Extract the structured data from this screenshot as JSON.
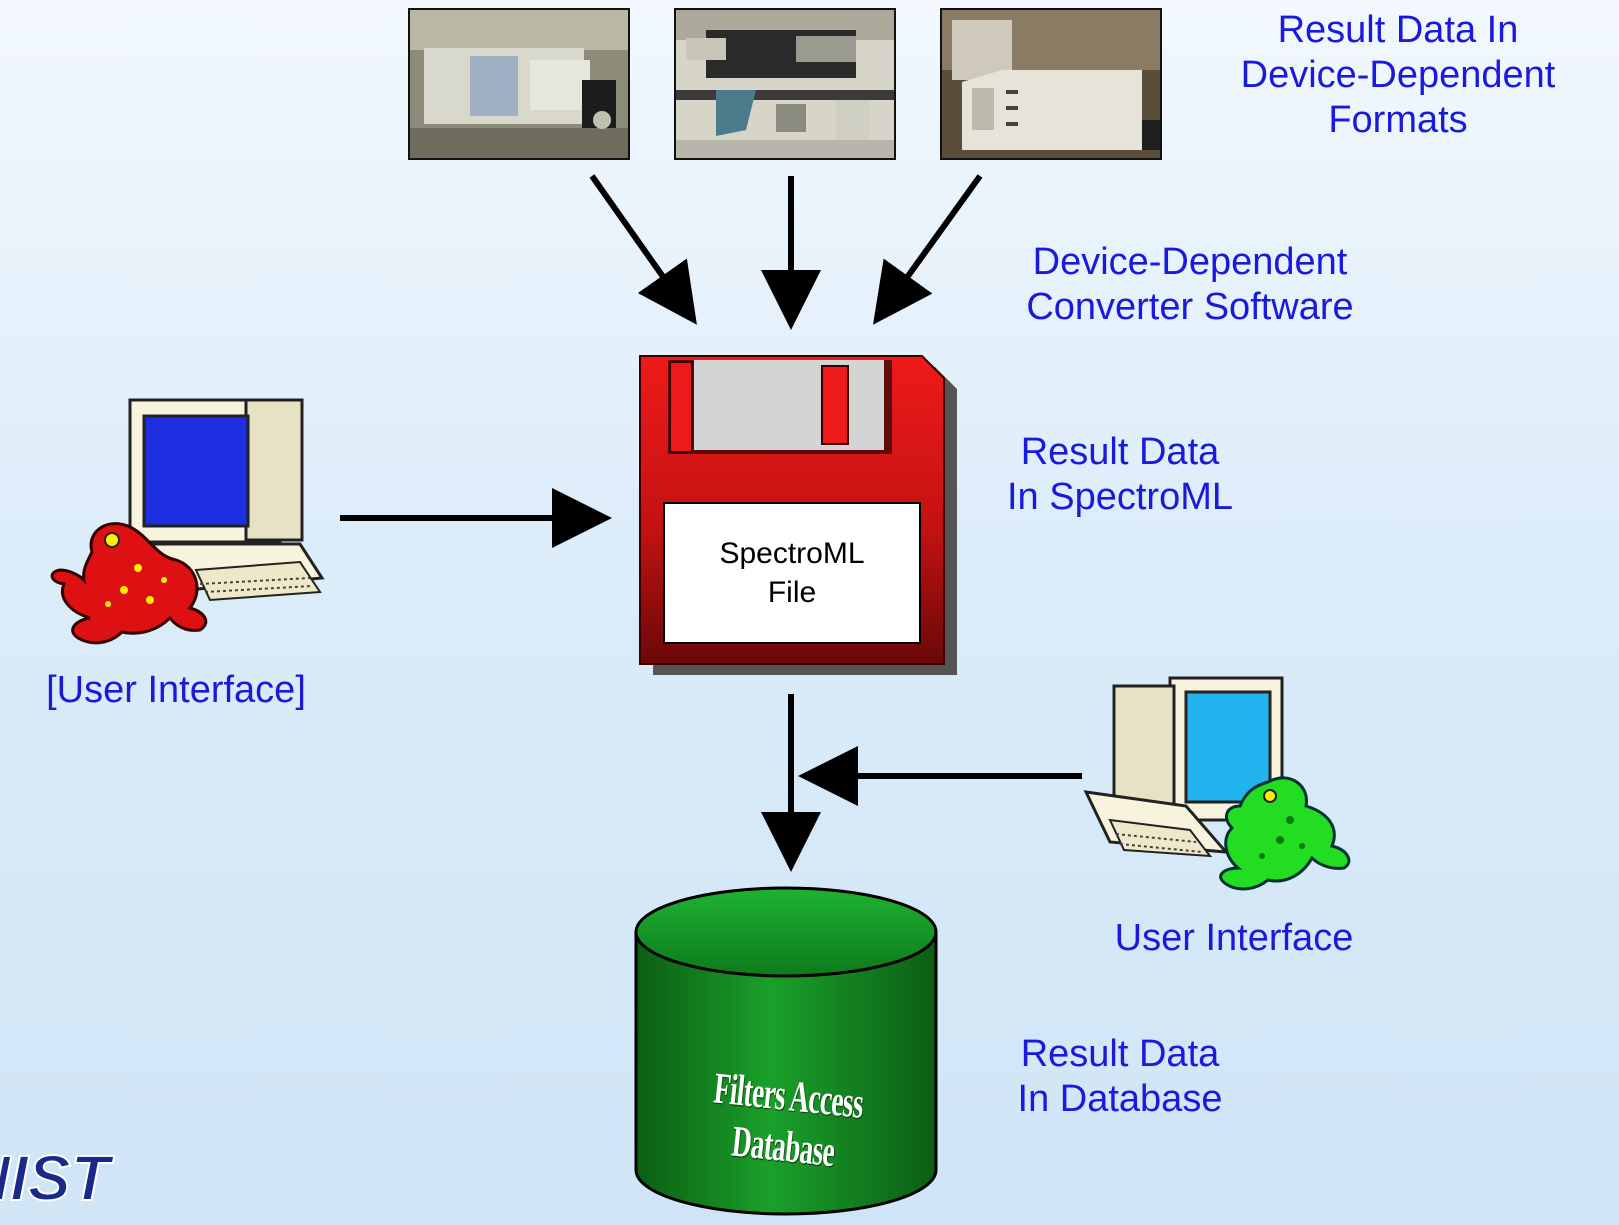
{
  "labels": {
    "result_device_formats": [
      "Result Data In",
      "Device-Dependent",
      "Formats"
    ],
    "converter_software": [
      "Device-Dependent",
      "Converter Software"
    ],
    "result_spectroml": [
      "Result Data",
      "In SpectroML"
    ],
    "user_interface_left": "[User Interface]",
    "user_interface_right": "User Interface",
    "result_database": [
      "Result Data",
      "In Database"
    ]
  },
  "floppy": {
    "line1": "SpectroML",
    "line2": "File"
  },
  "database": {
    "label": "Filters Access Database"
  },
  "logo": {
    "text": "NIST"
  },
  "colors": {
    "label_blue": "#1a1adc",
    "floppy_red": "#cc1111",
    "database_green": "#118822",
    "frog_red": "#dd1111",
    "frog_green": "#22dd22",
    "screen_blue": "#1c2ee0",
    "screen_cyan": "#22b4ee"
  },
  "icons": [
    "spectrometer-photo",
    "laboratory-photo",
    "instrument-photo",
    "floppy-disk-icon",
    "database-cylinder-icon",
    "computer-frog-icon"
  ]
}
